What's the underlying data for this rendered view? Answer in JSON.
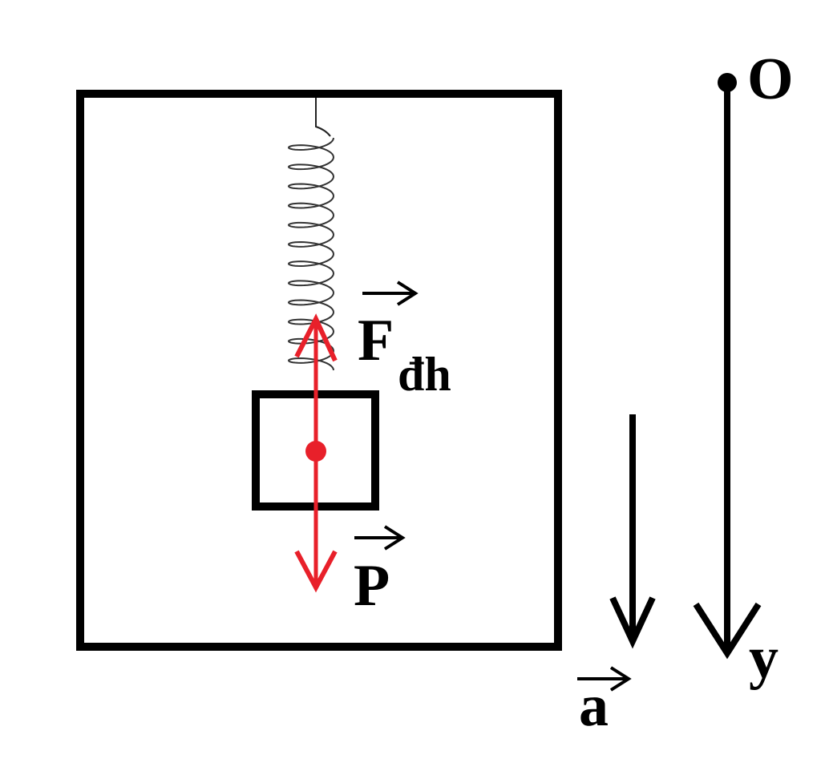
{
  "labels": {
    "origin": "O",
    "axis": "y",
    "spring_force_main": "F",
    "spring_force_sub": "đh",
    "weight": "P",
    "acceleration": "a"
  },
  "colors": {
    "ink": "#000000",
    "force": "#e8202a",
    "background": "#ffffff"
  }
}
